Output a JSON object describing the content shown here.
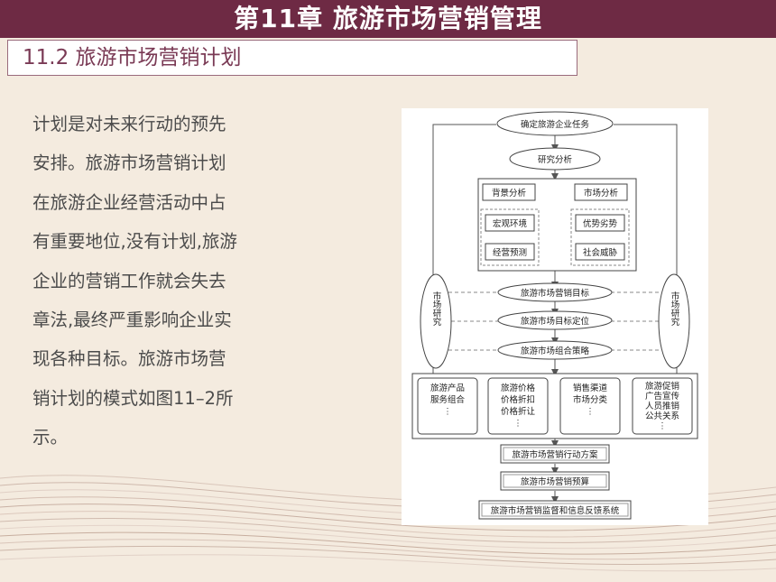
{
  "header": {
    "chapter_title": "第11章    旅游市场营销管理",
    "section_title": "11.2    旅游市场营销计划"
  },
  "content": {
    "paragraph": "计划是对未来行动的预先\n安排。旅游市场营销计划\n在旅游企业经营活动中占\n有重要地位,没有计划,旅游\n企业的营销工作就会失去\n章法,最终严重影响企业实\n现各种目标。旅游市场营\n销计划的模式如图11–2所\n示。"
  },
  "flowchart": {
    "mission": "确定旅游企业任务",
    "research": "研究分析",
    "background": "背景分析",
    "macro_env": "宏观环境",
    "business_forecast": "经营预测",
    "market_analysis": "市场分析",
    "strengths_weaknesses": "优势劣势",
    "opportunities_threats": "社会威胁",
    "market_research_left": "市场研究",
    "market_research_right": "市场研究",
    "marketing_goal": "旅游市场营销目标",
    "target_positioning": "旅游市场目标定位",
    "mix_strategy": "旅游市场组合策略",
    "product_lines": [
      "旅游产品",
      "服务组合",
      "⋮"
    ],
    "price_lines": [
      "旅游价格",
      "价格折扣",
      "价格折让",
      "⋮"
    ],
    "channel_lines": [
      "销售渠道",
      "市场分类",
      "⋮"
    ],
    "promotion_lines": [
      "旅游促销",
      "广告宣传",
      "人员推销",
      "公共关系",
      "⋮"
    ],
    "action_plan": "旅游市场营销行动方案",
    "budget": "旅游市场营销预算",
    "monitoring": "旅游市场营销监督和信息反馈系统"
  },
  "colors": {
    "title_bar": "#6e2a44",
    "background": "#f4ebdf",
    "section_text": "#7a3a55",
    "body_text": "#4b4b4b"
  }
}
